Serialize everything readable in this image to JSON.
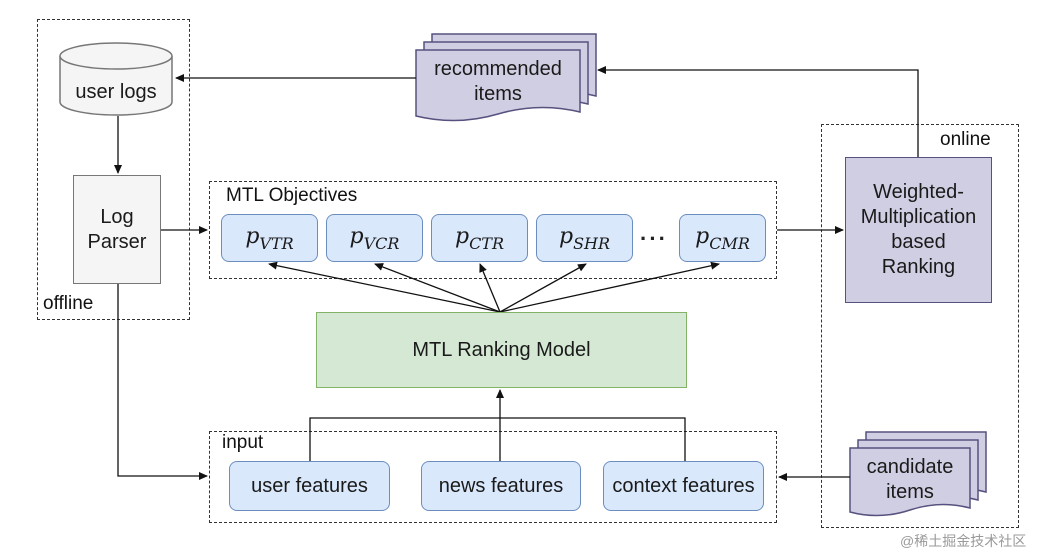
{
  "groups": {
    "offline": "offline",
    "online": "online",
    "mtl_objectives": "MTL Objectives",
    "input": "input"
  },
  "nodes": {
    "user_logs": "user logs",
    "log_parser": [
      "Log",
      "Parser"
    ],
    "recommended_items": [
      "recommended",
      "items"
    ],
    "weighted_ranking": [
      "Weighted-",
      "Multiplication",
      "based",
      "Ranking"
    ],
    "mtl_model": "MTL Ranking Model",
    "candidate_items": [
      "candidate",
      "items"
    ]
  },
  "objectives": {
    "symbol": "p",
    "subscripts": [
      "VTR",
      "VCR",
      "CTR",
      "SHR",
      "CMR"
    ],
    "ellipsis": "···"
  },
  "features": [
    "user features",
    "news features",
    "context features"
  ],
  "watermark": "@稀土掘金技术社区",
  "colors": {
    "objective_fill": "#dae8fc",
    "objective_stroke": "#6c8ebf",
    "model_fill": "#d5e8d4",
    "model_stroke": "#82b366",
    "purple_fill": "#d0cee2",
    "purple_stroke": "#56517e",
    "gray_fill": "#f5f5f5"
  }
}
